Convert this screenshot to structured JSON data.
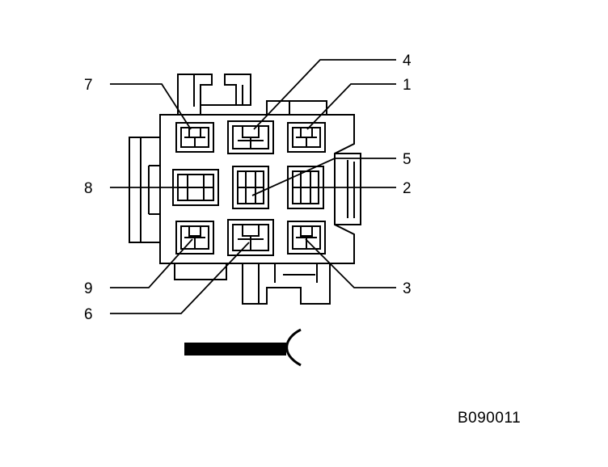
{
  "figure_code": "B090011",
  "colors": {
    "ink": "#000000",
    "paper": "#ffffff"
  },
  "pins": [
    {
      "number": "1",
      "position": "top-right"
    },
    {
      "number": "2",
      "position": "middle-right"
    },
    {
      "number": "3",
      "position": "bottom-right"
    },
    {
      "number": "4",
      "position": "top-center"
    },
    {
      "number": "5",
      "position": "middle-center"
    },
    {
      "number": "6",
      "position": "bottom-center"
    },
    {
      "number": "7",
      "position": "top-left"
    },
    {
      "number": "8",
      "position": "middle-left"
    },
    {
      "number": "9",
      "position": "bottom-left"
    }
  ],
  "icons": [
    "connector-face-icon",
    "wire-harness-icon"
  ]
}
